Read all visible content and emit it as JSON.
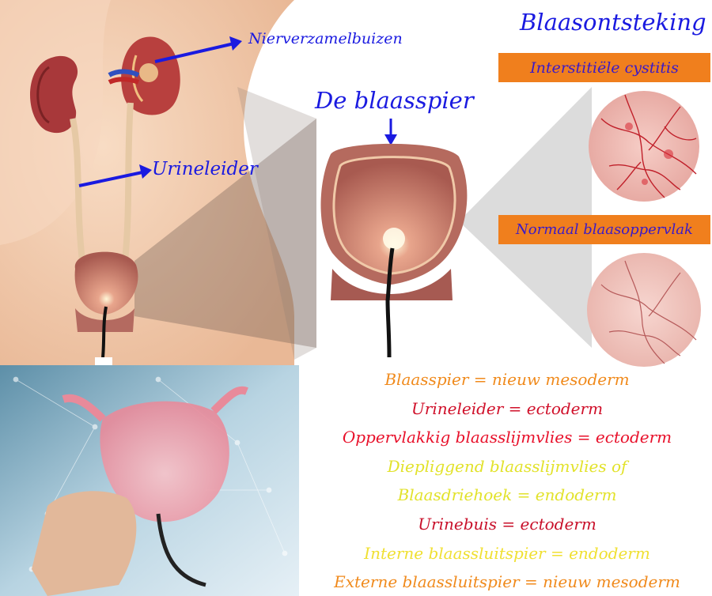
{
  "title": "Blaasontsteking",
  "labels": {
    "nierverzamelbuizen": "Nierverzamelbuizen",
    "urineleider": "Urineleider",
    "blaasspier": "De blaasspier"
  },
  "banners": {
    "interstitial": "Interstitiële cystitis",
    "normal": "Normaal blaasoppervlak"
  },
  "legend": [
    {
      "text": "Blaasspier  = nieuw mesoderm",
      "color": "#f08a1c"
    },
    {
      "text": "Urineleider = ectoderm",
      "color": "#d0102a"
    },
    {
      "text": "Oppervlakkig blaasslijmvlies = ectoderm",
      "color": "#e8102a"
    },
    {
      "text": "Diepliggend blaasslijmvlies of",
      "color": "#e2e22a"
    },
    {
      "text": "Blaasdriehoek = endoderm",
      "color": "#e2e22a"
    },
    {
      "text": "Urinebuis = ectoderm",
      "color": "#c8102a"
    },
    {
      "text": "Interne blaassluitspier = endoderm",
      "color": "#f0e032"
    },
    {
      "text": "Externe blaassluitspier =  nieuw mesoderm",
      "color": "#f08a1c"
    }
  ],
  "colors": {
    "arrow_blue": "#1a1ae0",
    "banner_orange": "#f07f1d",
    "skin": "#f3cdb0"
  }
}
